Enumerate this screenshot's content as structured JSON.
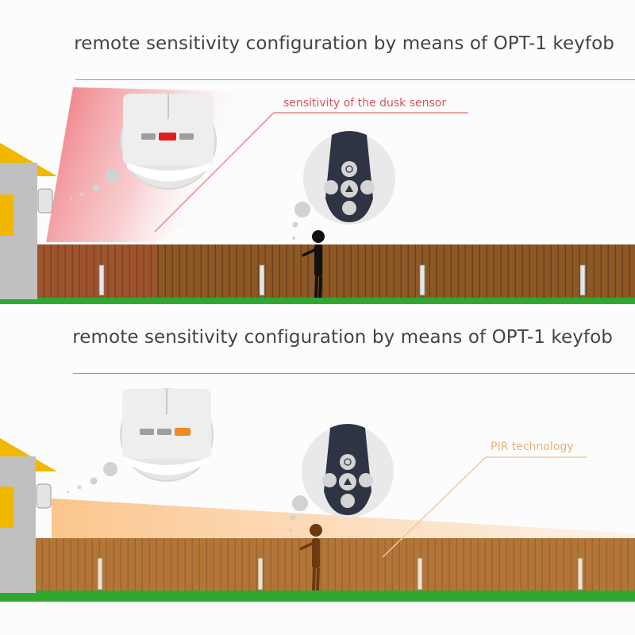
{
  "panels": [
    {
      "heading": "remote sensitivity configuration by means of OPT-1 keyfob",
      "callout": "sensitivity of the dusk sensor",
      "indicator_color": "#e0201e"
    },
    {
      "heading": "remote sensitivity configuration by means of OPT-1 keyfob",
      "callout": "PIR technology",
      "indicator_color": "#f08a24"
    }
  ],
  "colors": {
    "fence": "#8a5524",
    "grass": "#2fa82f",
    "roof": "#f2b800",
    "house": "#bfbfbf",
    "dusk_beam": "#e8454d",
    "pir_beam": "#fbc995",
    "keyfob": "#2f3444"
  }
}
